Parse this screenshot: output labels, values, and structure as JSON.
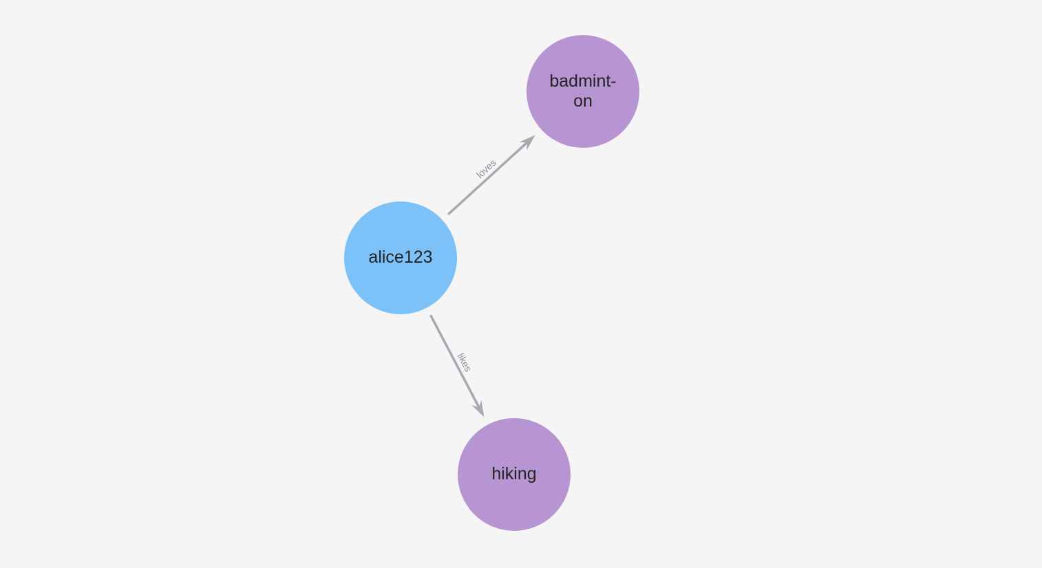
{
  "canvas": {
    "background_color": "#f4f5f4"
  },
  "graph": {
    "nodes": [
      {
        "id": "alice123",
        "label": "alice123",
        "label_lines": [
          "alice123"
        ],
        "shape": "circle",
        "color_role": "node-user"
      },
      {
        "id": "badminton",
        "label": "badminton",
        "label_lines": [
          "badmint-",
          "on"
        ],
        "shape": "circle",
        "color_role": "node-hobby"
      },
      {
        "id": "hiking",
        "label": "hiking",
        "label_lines": [
          "hiking"
        ],
        "shape": "circle",
        "color_role": "node-hobby"
      }
    ],
    "edges": [
      {
        "from": "alice123",
        "to": "badminton",
        "label": "loves",
        "directed": true
      },
      {
        "from": "alice123",
        "to": "hiking",
        "label": "likes",
        "directed": true
      }
    ]
  },
  "colors": {
    "canvas-bg": "#f4f5f4",
    "node-user": "#7cc1f8",
    "node-hobby": "#b795d3",
    "edge": "#a6a8b2",
    "edge-label": "#8b8e97",
    "node-label": "#232323"
  }
}
